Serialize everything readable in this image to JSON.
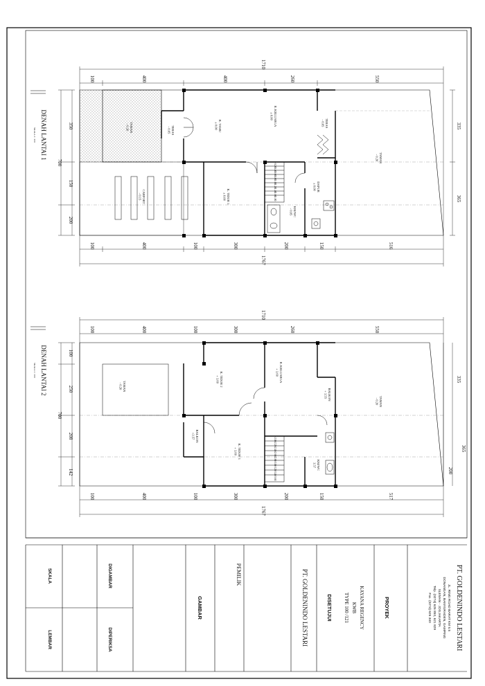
{
  "floor1": {
    "title": "DENAH LANTAI 1",
    "scale_note": "SKALA 1 : 100",
    "dims": {
      "top_total": "1710",
      "top_segments": [
        "100",
        "400",
        "400",
        "260",
        "550"
      ],
      "bottom_total": "1767",
      "bottom_segments": [
        "100",
        "400",
        "100",
        "300",
        "200",
        "150",
        "516"
      ],
      "left_total": "700",
      "left_segments": [
        "350",
        "150",
        "200"
      ],
      "right_segments": [
        "335",
        "365"
      ]
    },
    "rooms": {
      "taman_front": "TAMAN\n- 0.20",
      "teras_front": "TERAS\n- 0.05",
      "carport": "CARPORT\n- 0.15",
      "r_tamu": "R. TAMU\n± 0.00",
      "r_keluarga": "R. KELUARGA\n± 0.00",
      "k_tidur_1": "K. TIDUR 1\n± 0.00",
      "teras_back": "TERAS\n- 0.05",
      "dapur": "DAPUR\n± 0.00",
      "km_wc": "KM/WC\n- 0.05",
      "taman_back": "TAMAN\n- 0.20"
    },
    "stair_levels": [
      "+0.20",
      "+0.40",
      "+0.60",
      "+0.80",
      "+1.00",
      "+1.20",
      "+1.40",
      "+1.60",
      "+1.80"
    ]
  },
  "floor2": {
    "title": "DENAH LANTAI 2",
    "scale_note": "SKALA 1 : 100",
    "dims": {
      "top_total": "1710",
      "top_segments": [
        "100",
        "400",
        "100",
        "300",
        "260",
        "550"
      ],
      "bottom_total": "1767",
      "bottom_segments": [
        "100",
        "400",
        "100",
        "300",
        "200",
        "150",
        "517"
      ],
      "left_total": "700",
      "left_segments": [
        "100",
        "250",
        "208",
        "142"
      ],
      "right_total": "365",
      "right_segments": [
        "335",
        "200"
      ]
    },
    "rooms": {
      "taman_void": "TAMAN\n- 0.20",
      "k_tidur_2": "K. TIDUR 2\n+ 3.60",
      "balkon_front": "BALKON\n+3.57",
      "k_tidur_3": "K. TIDUR 3\n+ 3.60",
      "r_keluarga": "R. KELUARGA\n+ 3.60",
      "balkon_back": "BALKON\n+ 3.55",
      "km_wc": "KM/WC\n3.57",
      "taman_back": "TAMAN\n- 0.20"
    },
    "stair_levels": [
      "+2.00",
      "+2.20",
      "+2.40",
      "+2.60",
      "+2.80",
      "+3.00",
      "+3.20",
      "+3.40",
      "+3.60"
    ]
  },
  "title_block": {
    "company": "PT. GOLDENINDO LESTARI",
    "address_lines": [
      "JL. RING ROAD BARAT KM 5.5",
      "DONANGAN, BANYURADEN, GAMPING",
      "SLEMAN - JOGJAKARTA",
      "Telp. (0274) 626 850, 621 829",
      "Fax. (0274) 626 340"
    ],
    "proyek_label": "PROYEK",
    "proyek_lines": [
      "KAYANA REGENCY",
      "KWB",
      "TYPE 100 /121"
    ],
    "disetujui_label": "DISETUJUI",
    "disetujui_value": "PT. GOLDENINDO LESTARI",
    "pemilik_label": "PEMILIK",
    "gambar_label": "GAMBAR",
    "digambar_label": "DIGAMBAR",
    "diperiksa_label": "DIPERIKSA",
    "skala_label": "SKALA",
    "lembar_label": "LEMBAR"
  }
}
